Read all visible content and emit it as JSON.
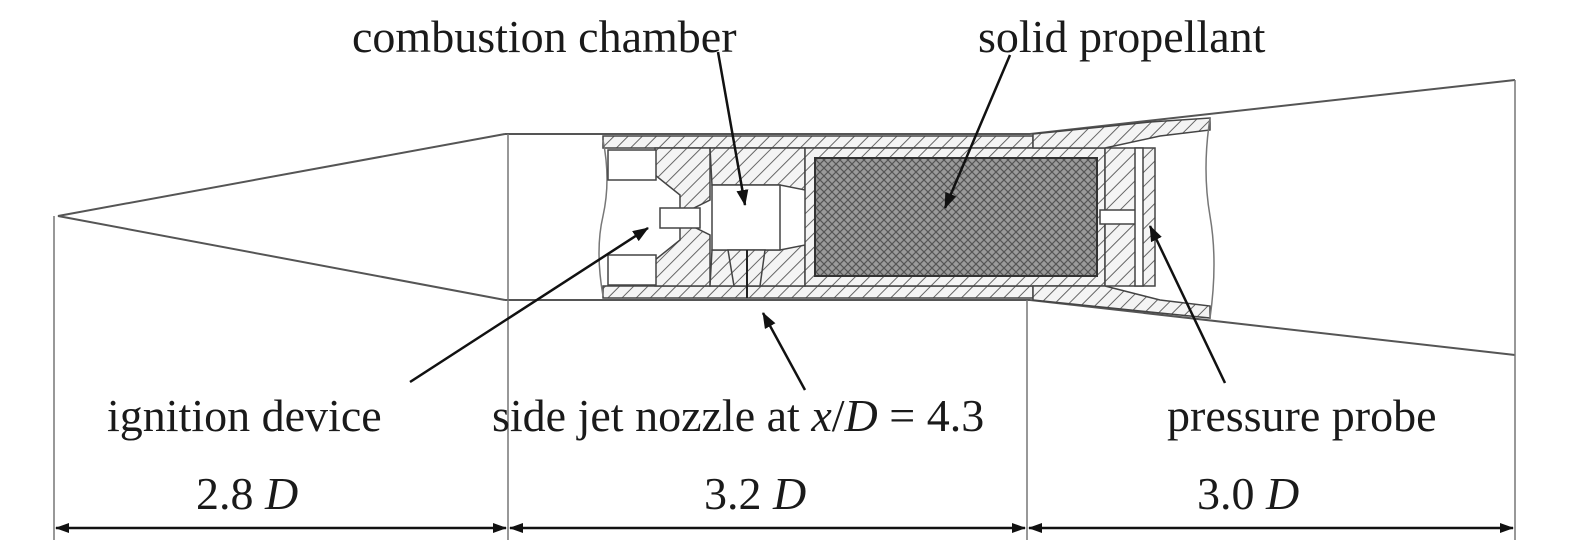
{
  "labels": {
    "combustion_chamber": "combustion chamber",
    "solid_propellant": "solid propellant",
    "ignition_device": "ignition device",
    "side_jet_nozzle_prefix": "side jet nozzle at ",
    "side_jet_nozzle_var1": "x",
    "side_jet_nozzle_slash": "/",
    "side_jet_nozzle_var2": "D",
    "side_jet_nozzle_suffix": " = 4.3",
    "pressure_probe": "pressure probe"
  },
  "dimensions": [
    {
      "value": "2.8 ",
      "unit": "D"
    },
    {
      "value": "3.2 ",
      "unit": "D"
    },
    {
      "value": "3.0 ",
      "unit": "D"
    }
  ]
}
